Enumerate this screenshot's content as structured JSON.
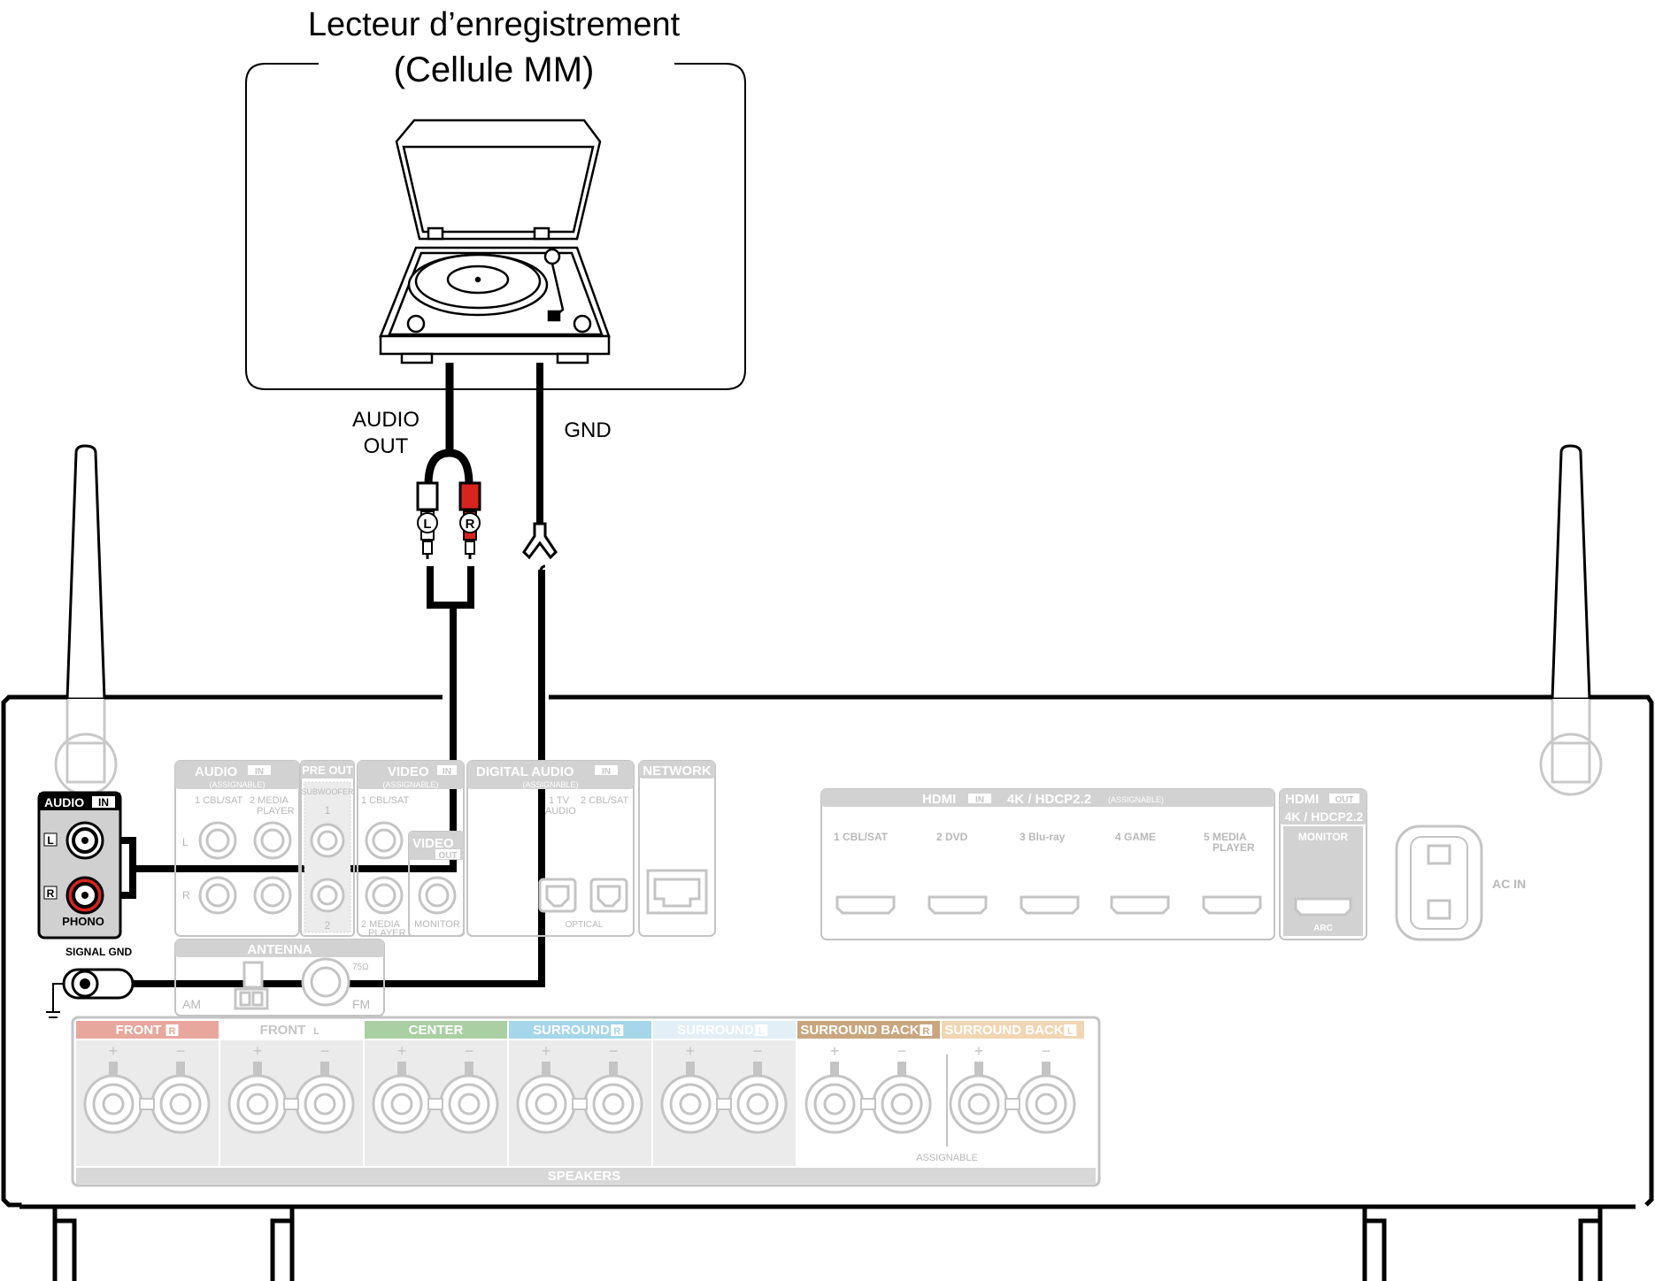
{
  "title": {
    "line1": "Lecteur d’enregistrement",
    "line2": "(Cellule MM)"
  },
  "cables": {
    "audio_out_line1": "AUDIO",
    "audio_out_line2": "OUT",
    "gnd": "GND",
    "plug_left": "L",
    "plug_right": "R"
  },
  "receiver": {
    "phono_panel": {
      "header": "AUDIO",
      "header_badge": "IN",
      "jack_left": "L",
      "jack_right": "R",
      "label": "PHONO"
    },
    "signal_gnd": "SIGNAL GND",
    "audio_in": {
      "title": "AUDIO",
      "badge": "IN",
      "assignable": "(ASSIGNABLE)",
      "input1": "1 CBL/SAT",
      "input2a": "2  MEDIA",
      "input2b": "PLAYER",
      "jack_l": "L",
      "jack_r": "R"
    },
    "pre_out": {
      "title": "PRE OUT",
      "sub": "SUBWOOFER",
      "n1": "1",
      "n2": "2"
    },
    "video_in": {
      "title": "VIDEO",
      "badge": "IN",
      "assignable": "(ASSIGNABLE)",
      "input1": "1 CBL/SAT",
      "input2a": "2  MEDIA",
      "input2b": "PLAYER"
    },
    "video_out": {
      "title": "VIDEO",
      "badge": "OUT",
      "monitor": "MONITOR"
    },
    "digital_audio": {
      "title": "DIGITAL AUDIO",
      "badge": "IN",
      "assignable": "(ASSIGNABLE)",
      "tv_a": "1  TV",
      "tv_b": "AUDIO",
      "cbl": "2 CBL/SAT",
      "optical": "OPTICAL"
    },
    "network": "NETWORK",
    "antenna": {
      "title": "ANTENNA",
      "am": "AM",
      "fm": "FM",
      "ohm": "75Ω"
    },
    "hdmi_in": {
      "title": "HDMI",
      "badge": "IN",
      "spec": "4K / HDCP2.2",
      "assignable": "(ASSIGNABLE)",
      "ports": [
        "1  CBL/SAT",
        "2  DVD",
        "3  Blu-ray",
        "4  GAME",
        "5  MEDIA"
      ],
      "port5_line2": "PLAYER"
    },
    "hdmi_out": {
      "title": "HDMI",
      "badge": "OUT",
      "spec": "4K / HDCP2.2",
      "monitor": "MONITOR",
      "arc": "ARC"
    },
    "ac_in": "AC IN",
    "speakers": {
      "label": "SPEAKERS",
      "assignable": "ASSIGNABLE",
      "plus": "+",
      "minus": "−",
      "channels": [
        {
          "name": "FRONT",
          "side": "R",
          "color": "#e8a79c"
        },
        {
          "name": "FRONT",
          "side": "L",
          "color": "#ffffff"
        },
        {
          "name": "CENTER",
          "side": "",
          "color": "#a9cfa3"
        },
        {
          "name": "SURROUND",
          "side": "R",
          "color": "#a6d6ea"
        },
        {
          "name": "SURROUND",
          "side": "L",
          "color": "#e2eff6"
        },
        {
          "name": "SURROUND BACK",
          "side": "R",
          "color": "#c9a67e"
        },
        {
          "name": "SURROUND BACK",
          "side": "L",
          "color": "#f1d6b4"
        }
      ]
    }
  },
  "colors": {
    "line": "#000000",
    "faint": "#c4c4c4",
    "right_plug": "#d9231f"
  }
}
